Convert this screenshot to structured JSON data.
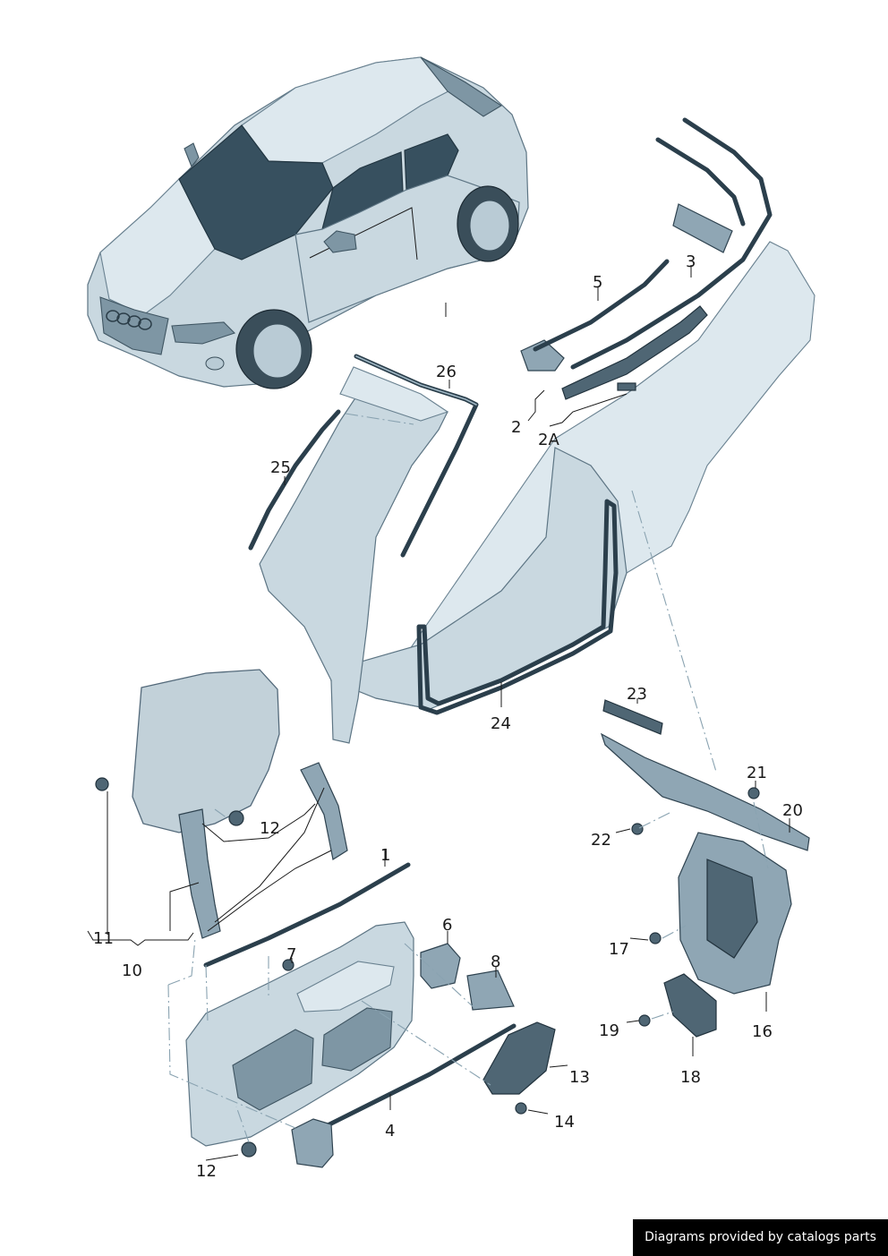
{
  "callouts": {
    "c1": "1",
    "c2": "2",
    "c2A": "2A",
    "c3": "3",
    "c4": "4",
    "c5": "5",
    "c6": "6",
    "c7": "7",
    "c8": "8",
    "c10": "10",
    "c11": "11",
    "c12a": "12",
    "c12b": "12",
    "c13": "13",
    "c14": "14",
    "c16": "16",
    "c17": "17",
    "c18": "18",
    "c19": "19",
    "c20": "20",
    "c21": "21",
    "c22": "22",
    "c23": "23",
    "c24": "24",
    "c25": "25",
    "c26": "26"
  },
  "footer": {
    "credit": "Diagrams provided by catalogs parts"
  },
  "colors": {
    "body": "#c9d8e0",
    "glass": "#37505f",
    "seal": "#2b3f4c",
    "footer_bg": "#000000"
  }
}
